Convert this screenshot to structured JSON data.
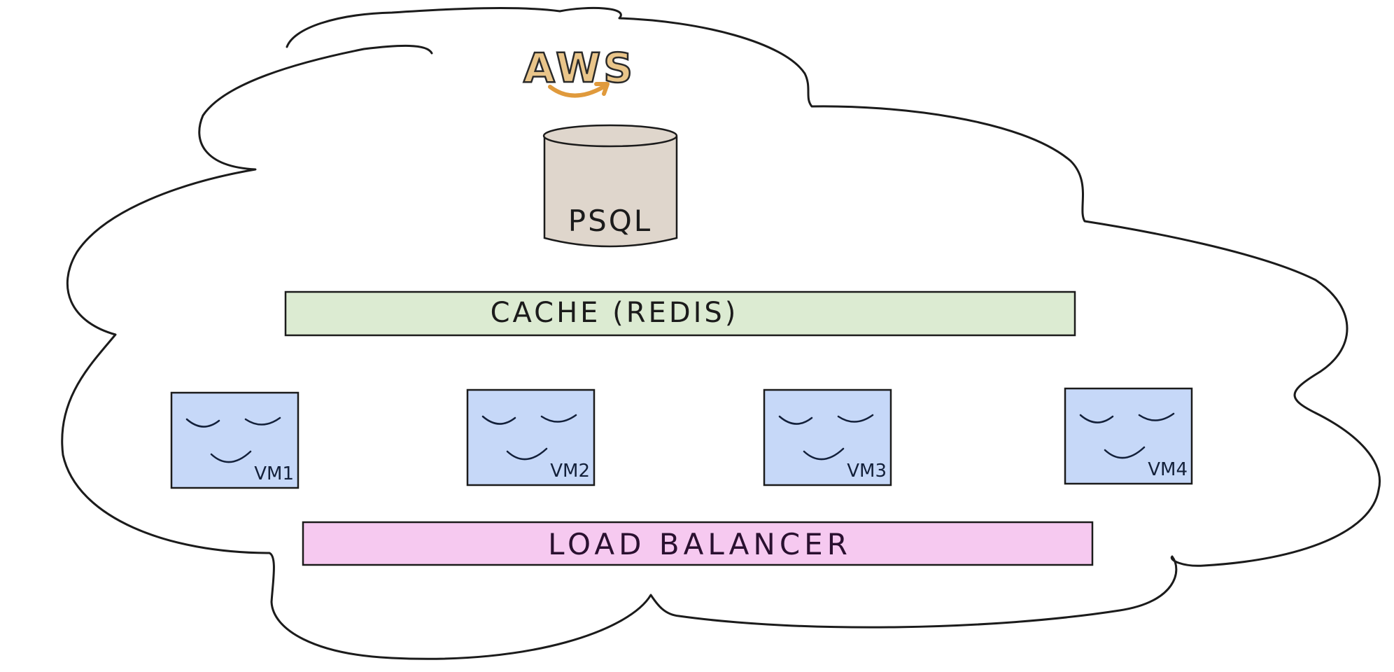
{
  "logo": {
    "text": "AWS",
    "text_color": "#e9c58a",
    "outline_color": "#2a2a2a",
    "arrow_color": "#e09a3c"
  },
  "database": {
    "label": "PSQL",
    "fill_color": "#dfd6cc"
  },
  "cache": {
    "label": "CACHE (REDIS)",
    "fill_color": "#dcebd2"
  },
  "vms": [
    {
      "label": "VM1"
    },
    {
      "label": "VM2"
    },
    {
      "label": "VM3"
    },
    {
      "label": "VM4"
    }
  ],
  "vm_fill_color": "#c6d8f8",
  "vm_face_icon": "sleeping-face-icon",
  "load_balancer": {
    "label": "LOAD BALANCER",
    "fill_color": "#f6c9f0"
  },
  "cloud": {
    "fill_color": "#e2e2e2",
    "stroke_color": "#1b1b1b"
  }
}
